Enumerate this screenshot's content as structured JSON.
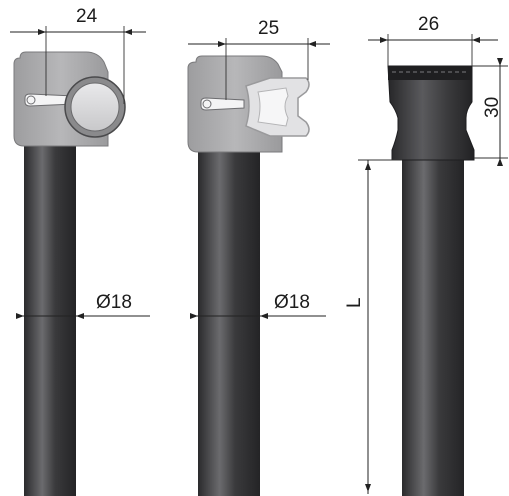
{
  "dimensions": {
    "width_24": "24",
    "width_25": "25",
    "width_26": "26",
    "height_30": "30",
    "diameter_left": "Ø18",
    "diameter_middle": "Ø18",
    "length": "L"
  },
  "colors": {
    "rod_dark": "#2f2f31",
    "rod_light": "#6a6a6d",
    "clamp_gray": "#a9a9ab",
    "clamp_light": "#d8d8da",
    "cap_dark": "#3a3a3c"
  }
}
